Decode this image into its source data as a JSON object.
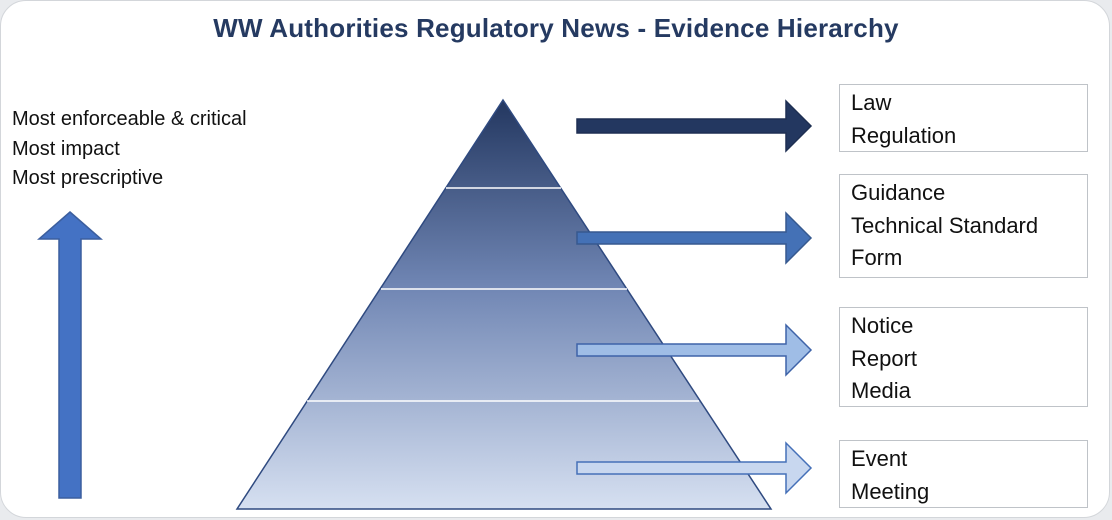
{
  "title": "WW Authorities Regulatory News - Evidence Hierarchy",
  "left_notes": [
    "Most enforceable & critical",
    "Most impact",
    "Most prescriptive"
  ],
  "levels": [
    {
      "items": [
        "Law",
        "Regulation"
      ],
      "arrow_color": "#233760"
    },
    {
      "items": [
        "Guidance",
        "Technical Standard",
        "Form"
      ],
      "arrow_color": "#4471b6"
    },
    {
      "items": [
        "Notice",
        "Report",
        "Media"
      ],
      "arrow_color": "#9fbde6"
    },
    {
      "items": [
        "Event",
        "Meeting"
      ],
      "arrow_color": "#c8d7ef"
    }
  ],
  "colors": {
    "title": "#253a61",
    "pyramid_top": "#233760",
    "pyramid_bottom": "#d6e0f1",
    "vertical_arrow": "#4472c4"
  }
}
